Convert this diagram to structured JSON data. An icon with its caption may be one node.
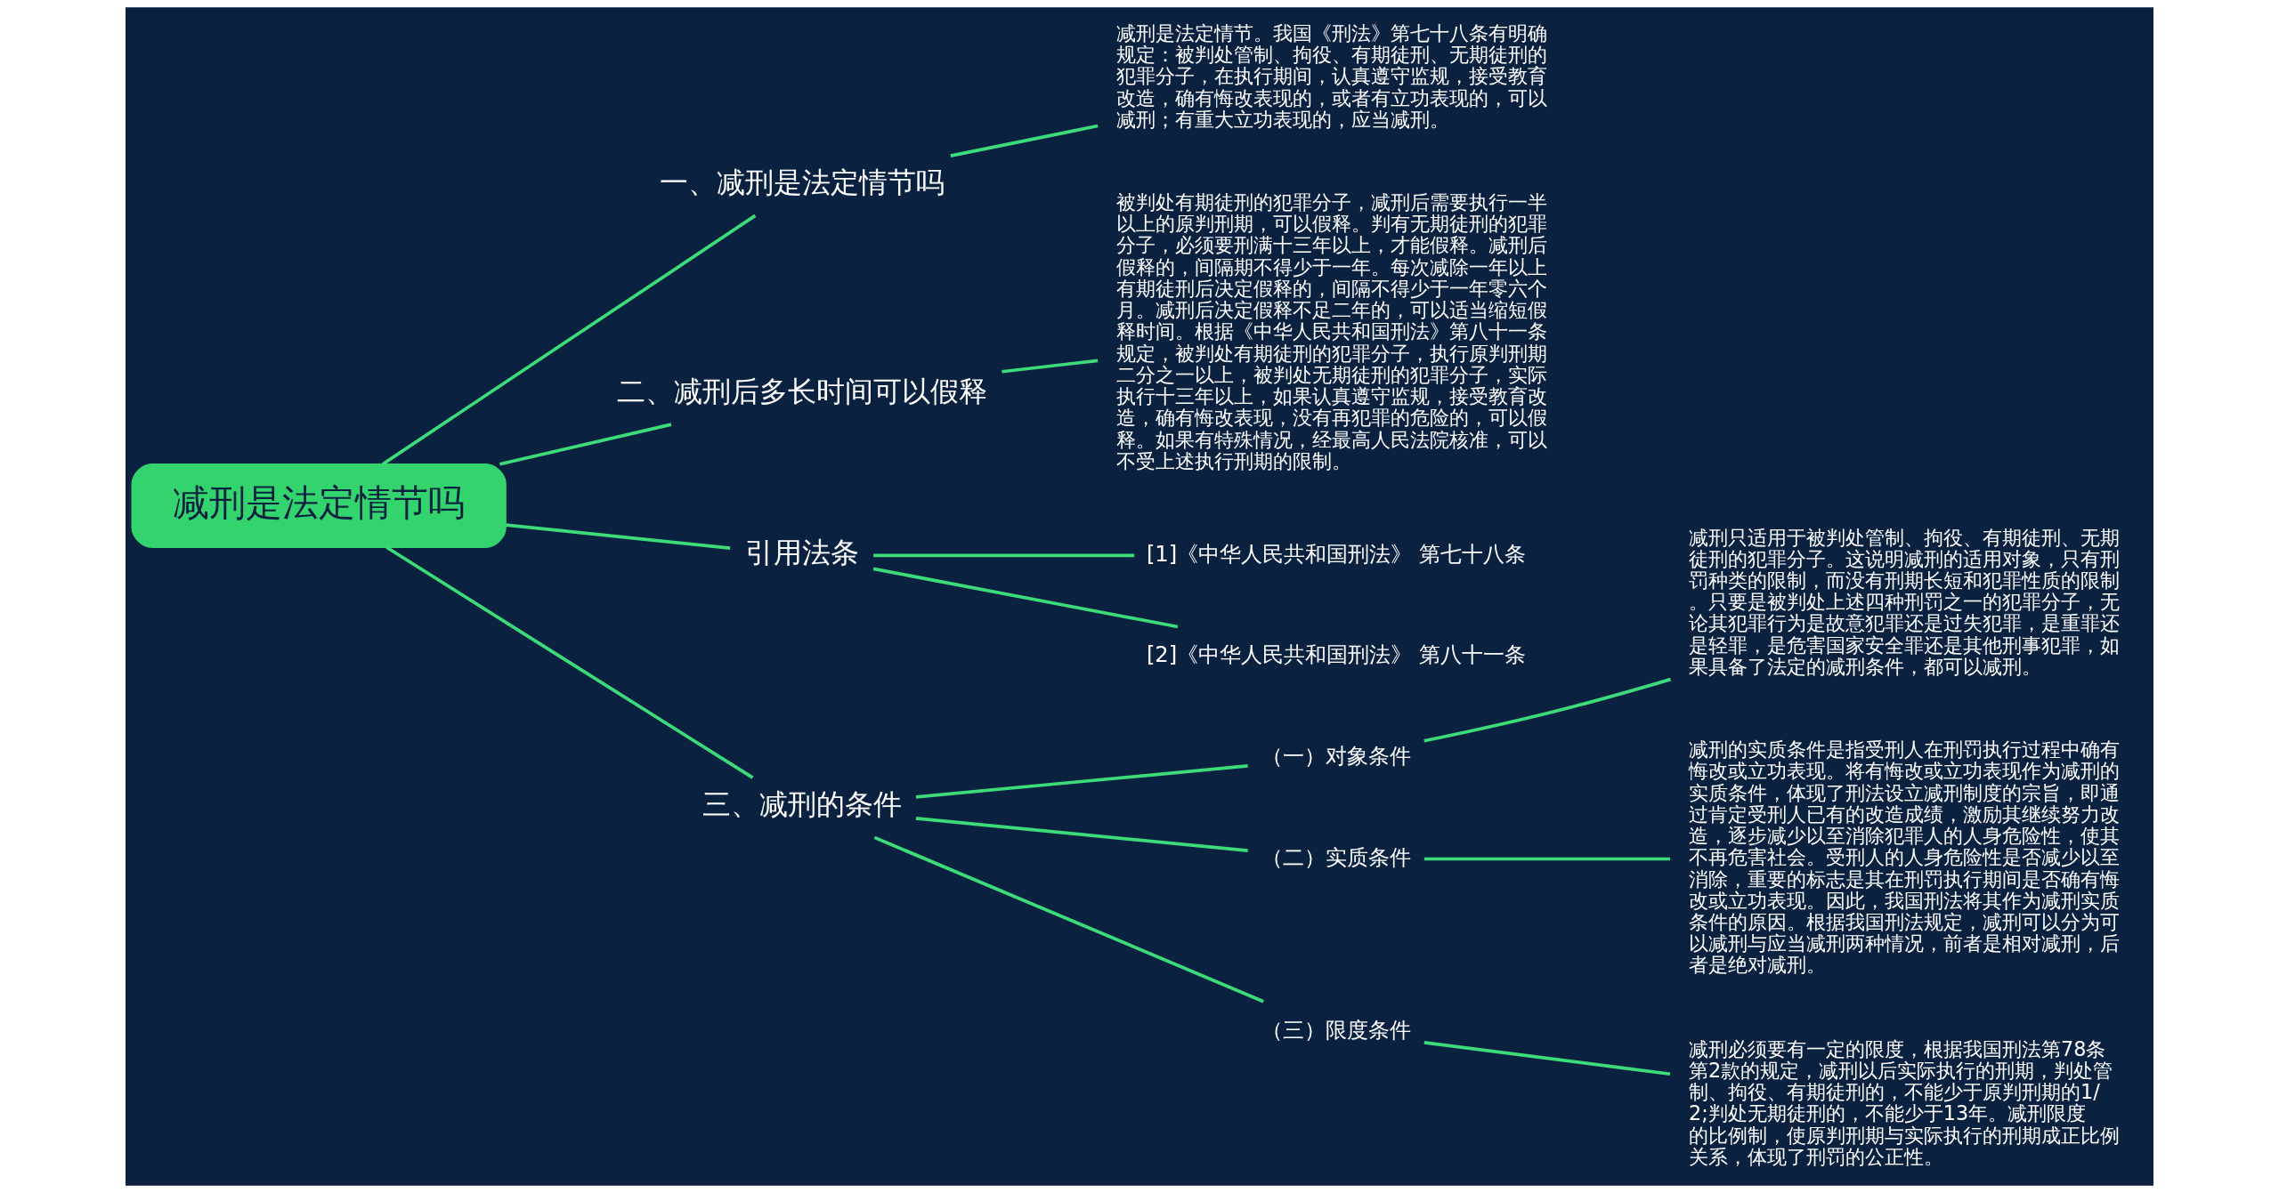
{
  "diagram": {
    "nodes": [
      {
        "text": [
          "减刑是法定情节吗"
        ]
      },
      {
        "text": [
          "一、减刑是法定情节吗"
        ]
      },
      {
        "text": [
          "减刑是法定情节。我国《刑法》第七十八条有明确规定：被判处管制、拘役、有期徒刑、无期徒刑的犯罪分子，在执行期间，认真遵守监规，接受教育改造，确有悔改表现的，或者有立功表现的，可以减刑；有重大立功表现的，应当减刑。"
        ]
      },
      {
        "text": [
          "二、减刑后多长时间可以假释"
        ]
      },
      {
        "text": [
          "被判处有期徒刑的犯罪分子，减刑后需要执行一半以上的原判刑期，可以假释。判有无期徒刑的犯罪分子，必须要刑满十三年以上，才能假释。减刑后假释的，间隔期不得少于一年。每次减除一年以上有期徒刑后决定假释的，间隔不得少于一年零六个月。减刑后决定假释不足二年的，可以适当缩短假释时间。根据《中华人民共和国刑法》第八十一条规定，被判处有期徒刑的犯罪分子，执行原判刑期二分之一以上，被判处无期徒刑的犯罪分子，实际执行十三年以上，如果认真遵守监规，接受教育改造，确有悔改表现，没有再犯罪的危险的，可以假释。如果有特殊情况，经最高人民法院核准，可以不受上述执行刑期的限制。"
        ]
      },
      {
        "text": [
          "引用法条"
        ]
      },
      {
        "text": [
          "[1]《中华人民共和国刑法》 第七十八条"
        ]
      },
      {
        "text": [
          "[2]《中华人民共和国刑法》 第八十一条"
        ]
      },
      {
        "text": [
          "三、减刑的条件"
        ]
      },
      {
        "text": [
          "（一）对象条件"
        ]
      },
      {
        "text": [
          "减刑只适用于被判处管制、拘役、有期徒刑、无期徒刑的犯罪分子。这说明减刑的适用对象，只有刑罚种类的限制，而没有刑期长短和犯罪性质的限制。只要是被判处上述四种刑罚之一的犯罪分子，无论其犯罪行为是故意犯罪还是过失犯罪，是重罪还是轻罪，是危害国家安全罪还是其他刑事犯罪，如果具备了法定的减刑条件，都可以减刑。"
        ]
      },
      {
        "text": [
          "（二）实质条件"
        ]
      },
      {
        "text": [
          "减刑的实质条件是指受刑人在刑罚执行过程中确有悔改或立功表现。将有悔改或立功表现作为减刑的实质条件，体现了刑法设立减刑制度的宗旨，即通过肯定受刑人已有的改造成绩，激励其继续努力改造，逐步减少以至消除犯罪人的人身危险性，使其不再危害社会。受刑人的人身危险性是否减少以至消除，重要的标志是其在刑罚执行期间是否确有悔改或立功表现。因此，我国刑法将其作为减刑实质条件的原因。根据我国刑法规定，减刑可以分为可以减刑与应当减刑两种情况，前者是相对减刑，后者是绝对减刑。"
        ]
      },
      {
        "text": [
          "（三）限度条件"
        ]
      },
      {
        "text": [
          "减刑必须要有一定的限度，根据我国刑法第78条第2款的规定，减刑以后实际执行的刑期，判处管制、拘役、有期徒刑的，不能少于原判刑期的1/2;判处无期徒刑的，不能少于13年。减刑限度的比例制，使原判刑期与实际执行的刑期成正比例关系，体现了刑罚的公正性。"
        ]
      }
    ],
    "edges": [
      {
        "from": 0,
        "to": 1,
        "arrow": "none"
      },
      {
        "from": 1,
        "to": 2,
        "arrow": "none"
      },
      {
        "from": 0,
        "to": 3,
        "arrow": "none"
      },
      {
        "from": 3,
        "to": 4,
        "arrow": "none"
      },
      {
        "from": 0,
        "to": 5,
        "arrow": "none"
      },
      {
        "from": 5,
        "to": 6,
        "arrow": "none"
      },
      {
        "from": 5,
        "to": 7,
        "arrow": "none"
      },
      {
        "from": 0,
        "to": 8,
        "arrow": "none"
      },
      {
        "from": 8,
        "to": 9,
        "arrow": "none"
      },
      {
        "from": 9,
        "to": 10,
        "arrow": "none"
      },
      {
        "from": 8,
        "to": 11,
        "arrow": "none"
      },
      {
        "from": 11,
        "to": 12,
        "arrow": "none"
      },
      {
        "from": 8,
        "to": 13,
        "arrow": "none"
      },
      {
        "from": 13,
        "to": 14,
        "arrow": "none"
      }
    ]
  }
}
